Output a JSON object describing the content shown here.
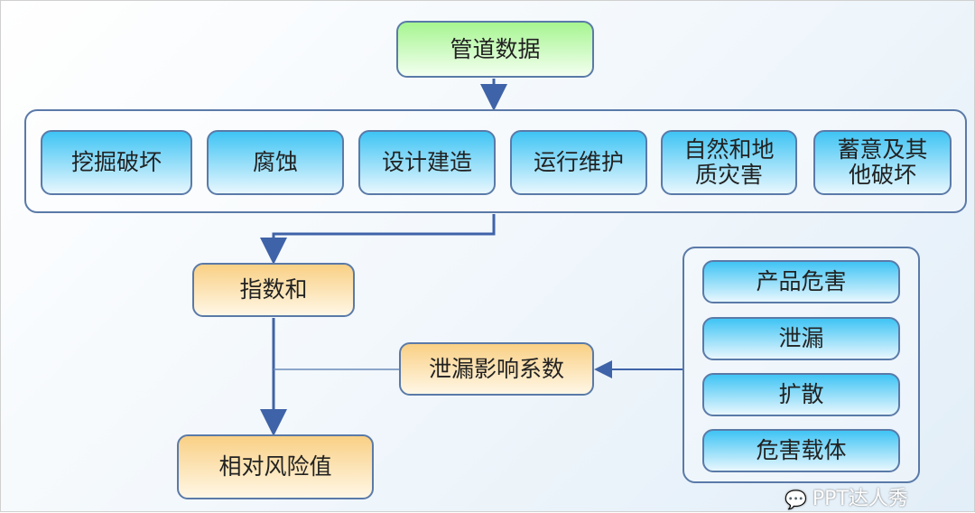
{
  "top": "管道数据",
  "factors": [
    "挖掘破坏",
    "腐蚀",
    "设计建造",
    "运行维护",
    "自然和地质灾害",
    "蓄意及其他破坏"
  ],
  "index_sum": "指数和",
  "leak_factor": "泄漏影响系数",
  "result": "相对风险值",
  "leak_components": [
    "产品危害",
    "泄漏",
    "扩散",
    "危害载体"
  ],
  "watermark": "PPT达人秀"
}
